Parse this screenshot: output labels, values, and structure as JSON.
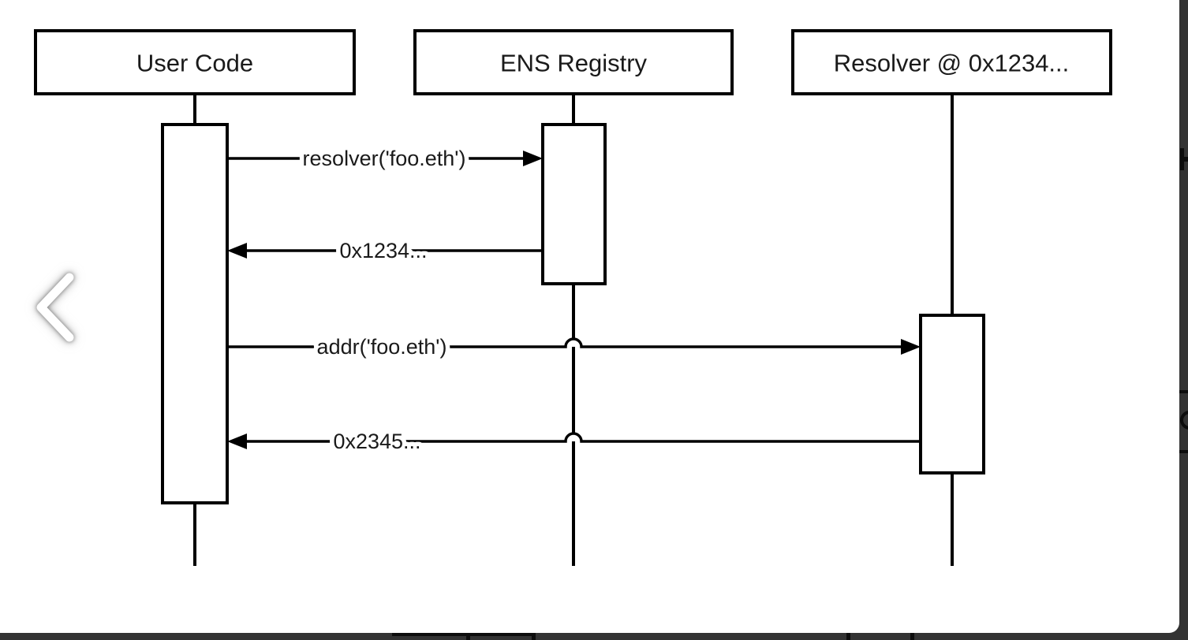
{
  "page": {
    "backdrop_color": "#333333",
    "slide_color": "#ffffff"
  },
  "lightbox": {
    "prev_button": {
      "icon": "chevron-left",
      "label": "previous image"
    }
  },
  "diagram": {
    "type": "sequence",
    "stroke_color": "#000000",
    "fill_color": "#ffffff",
    "actors": [
      {
        "label": "User Code"
      },
      {
        "label": "ENS Registry"
      },
      {
        "label": "Resolver @ 0x1234..."
      }
    ],
    "messages": [
      {
        "label": "resolver('foo.eth')",
        "from": "User Code",
        "to": "ENS Registry",
        "direction": "right"
      },
      {
        "label": "0x1234...",
        "from": "ENS Registry",
        "to": "User Code",
        "direction": "left"
      },
      {
        "label": "addr('foo.eth')",
        "from": "User Code",
        "to": "Resolver @ 0x1234...",
        "direction": "right"
      },
      {
        "label": "0x2345...",
        "from": "Resolver @ 0x1234...",
        "to": "User Code",
        "direction": "left"
      }
    ]
  }
}
